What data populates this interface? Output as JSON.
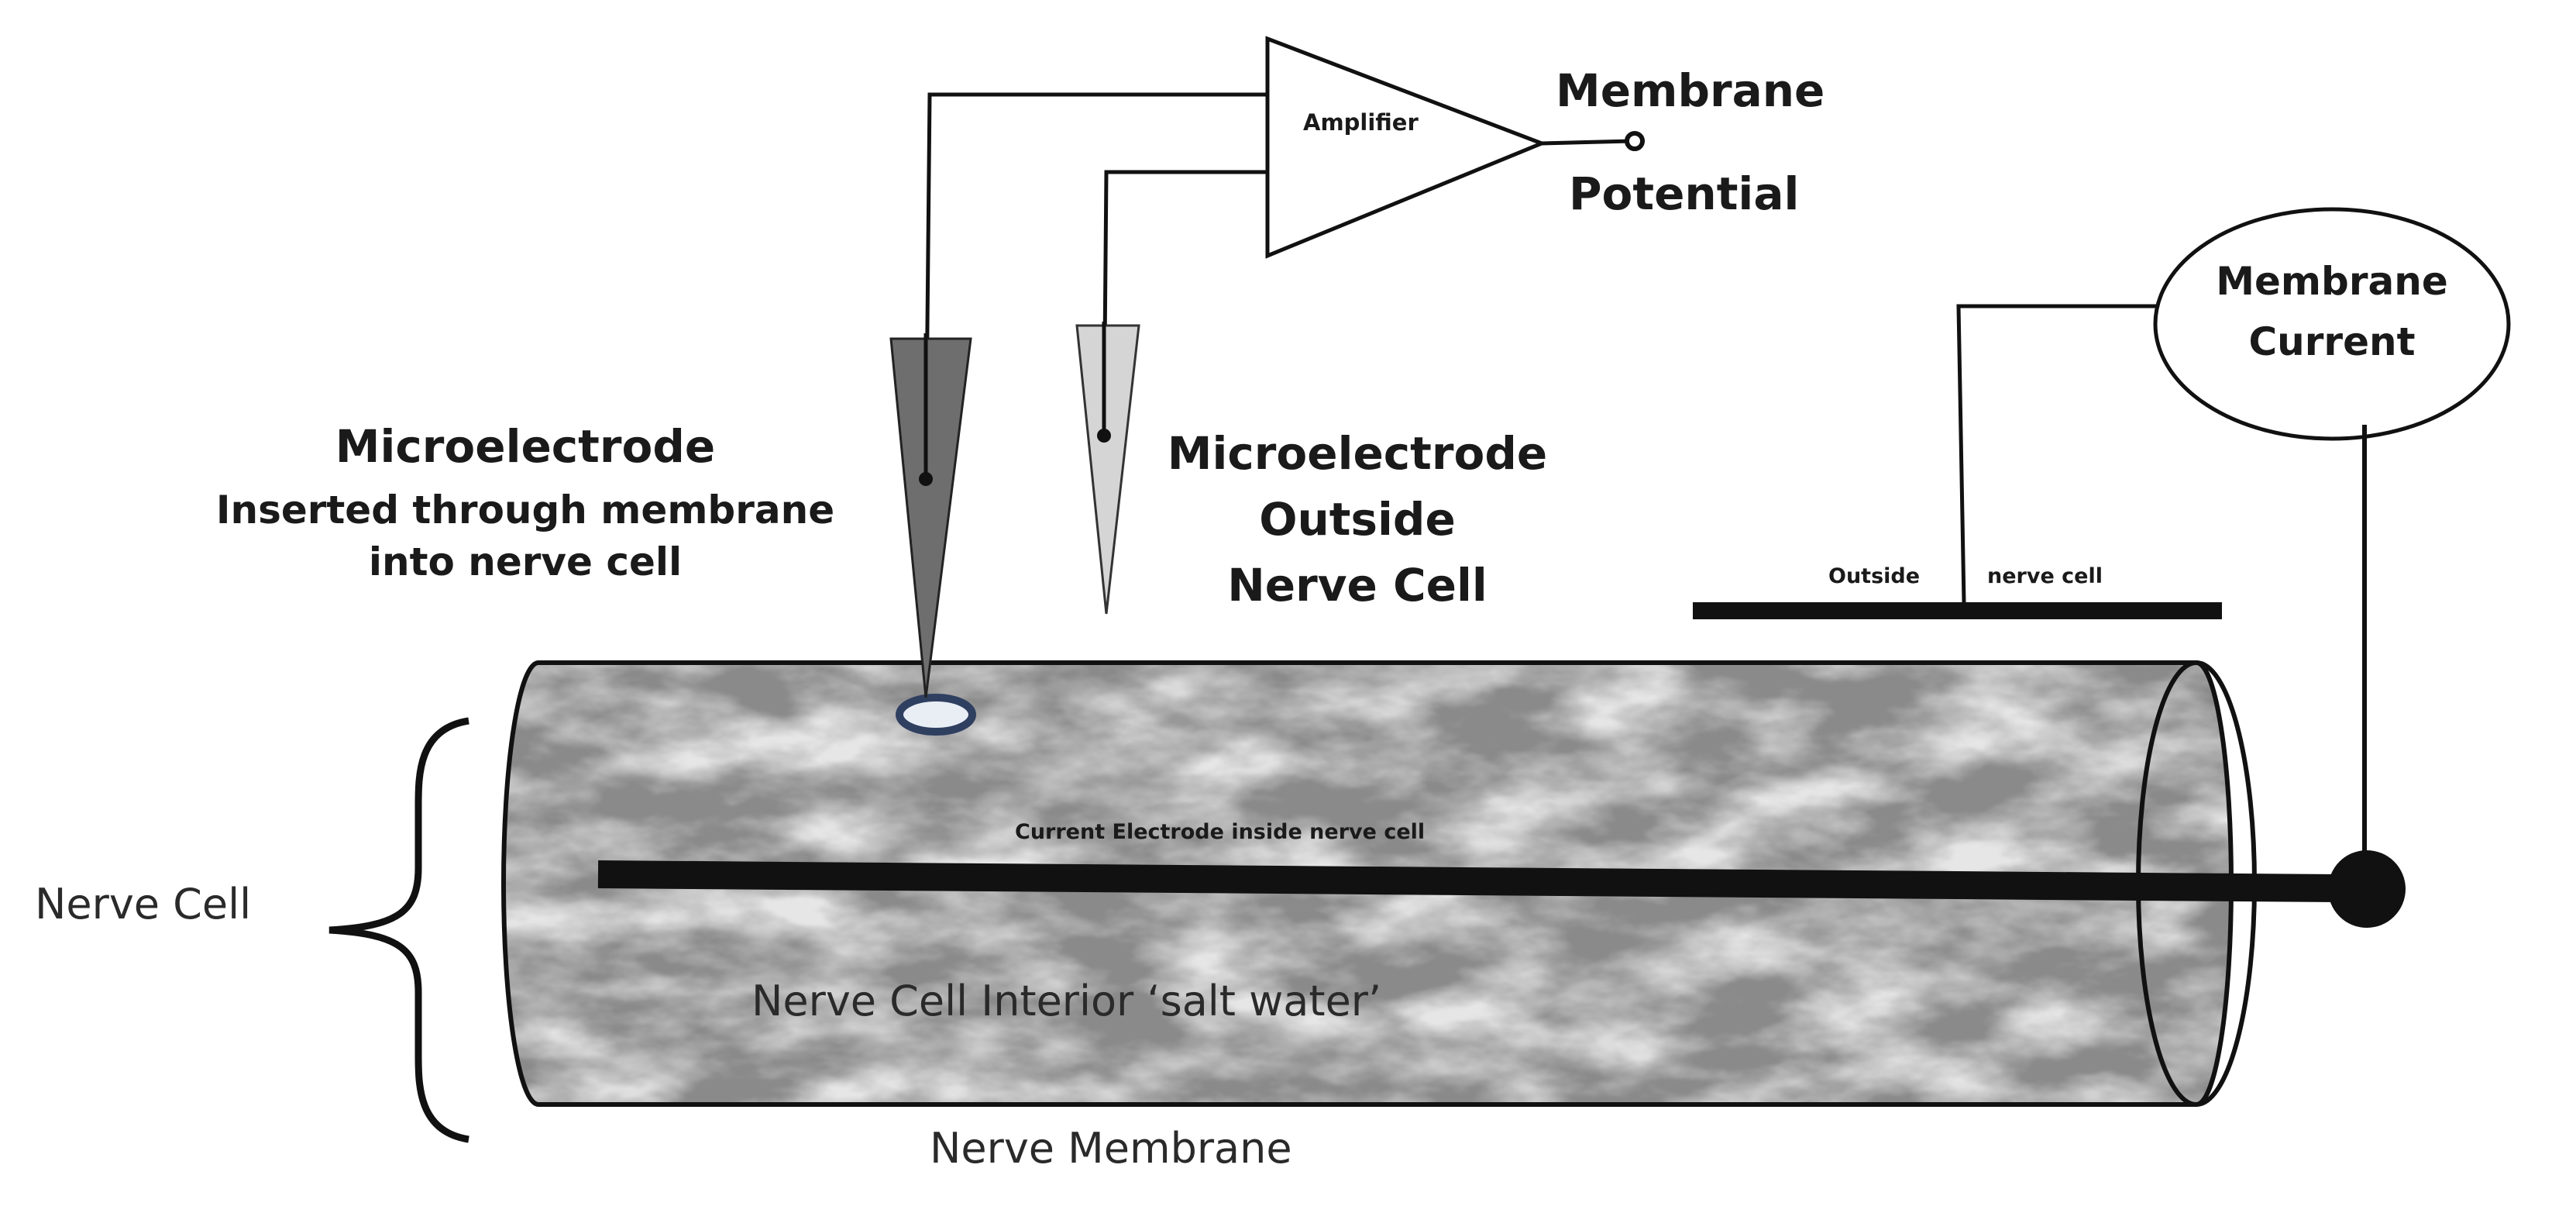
{
  "labels": {
    "amplifier": "Amplifier",
    "membrane_potential_line1": "Membrane",
    "membrane_potential_line2": "Potential",
    "membrane_current_line1": "Membrane",
    "membrane_current_line2": "Current",
    "microelectrode_inside_title": "Microelectrode",
    "microelectrode_inside_line2": "Inserted through membrane",
    "microelectrode_inside_line3": "into nerve cell",
    "microelectrode_outside_line1": "Microelectrode",
    "microelectrode_outside_line2": "Outside",
    "microelectrode_outside_line3": "Nerve Cell",
    "outside_left": "Outside",
    "outside_right": "nerve cell",
    "current_electrode": "Current Electrode inside nerve cell",
    "nerve_cell": "Nerve Cell",
    "interior": "Nerve Cell Interior ‘salt water’",
    "membrane": "Nerve Membrane"
  },
  "colors": {
    "line": "#111111",
    "electrode_inside": "#6e6e6e",
    "electrode_outside": "#d2d2d2",
    "cylinder_fill": "#e4e4e4",
    "hole_ring": "#3a4a6a"
  }
}
